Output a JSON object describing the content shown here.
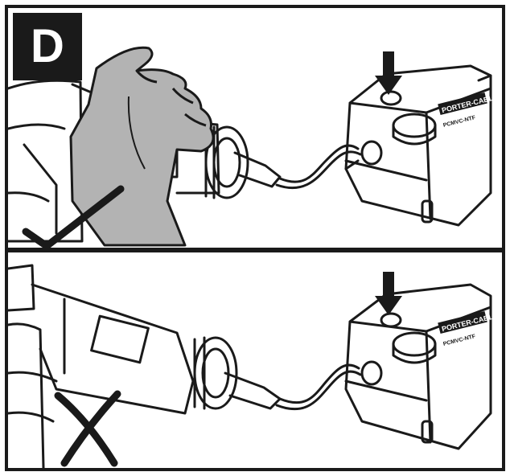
{
  "step": {
    "label": "D"
  },
  "device": {
    "brand_text": "PORTER-CABLE",
    "model_text": "PCMVC-NTF"
  },
  "panels": [
    {
      "id": "correct",
      "mark_icon": "check-icon",
      "hand_icon": "hand-icon"
    },
    {
      "id": "incorrect",
      "mark_icon": "cross-icon"
    }
  ],
  "colors": {
    "line": "#1a1a1a",
    "hand_fill": "#b3b3b3",
    "badge_bg": "#1a1a1a",
    "badge_text": "#ffffff"
  }
}
